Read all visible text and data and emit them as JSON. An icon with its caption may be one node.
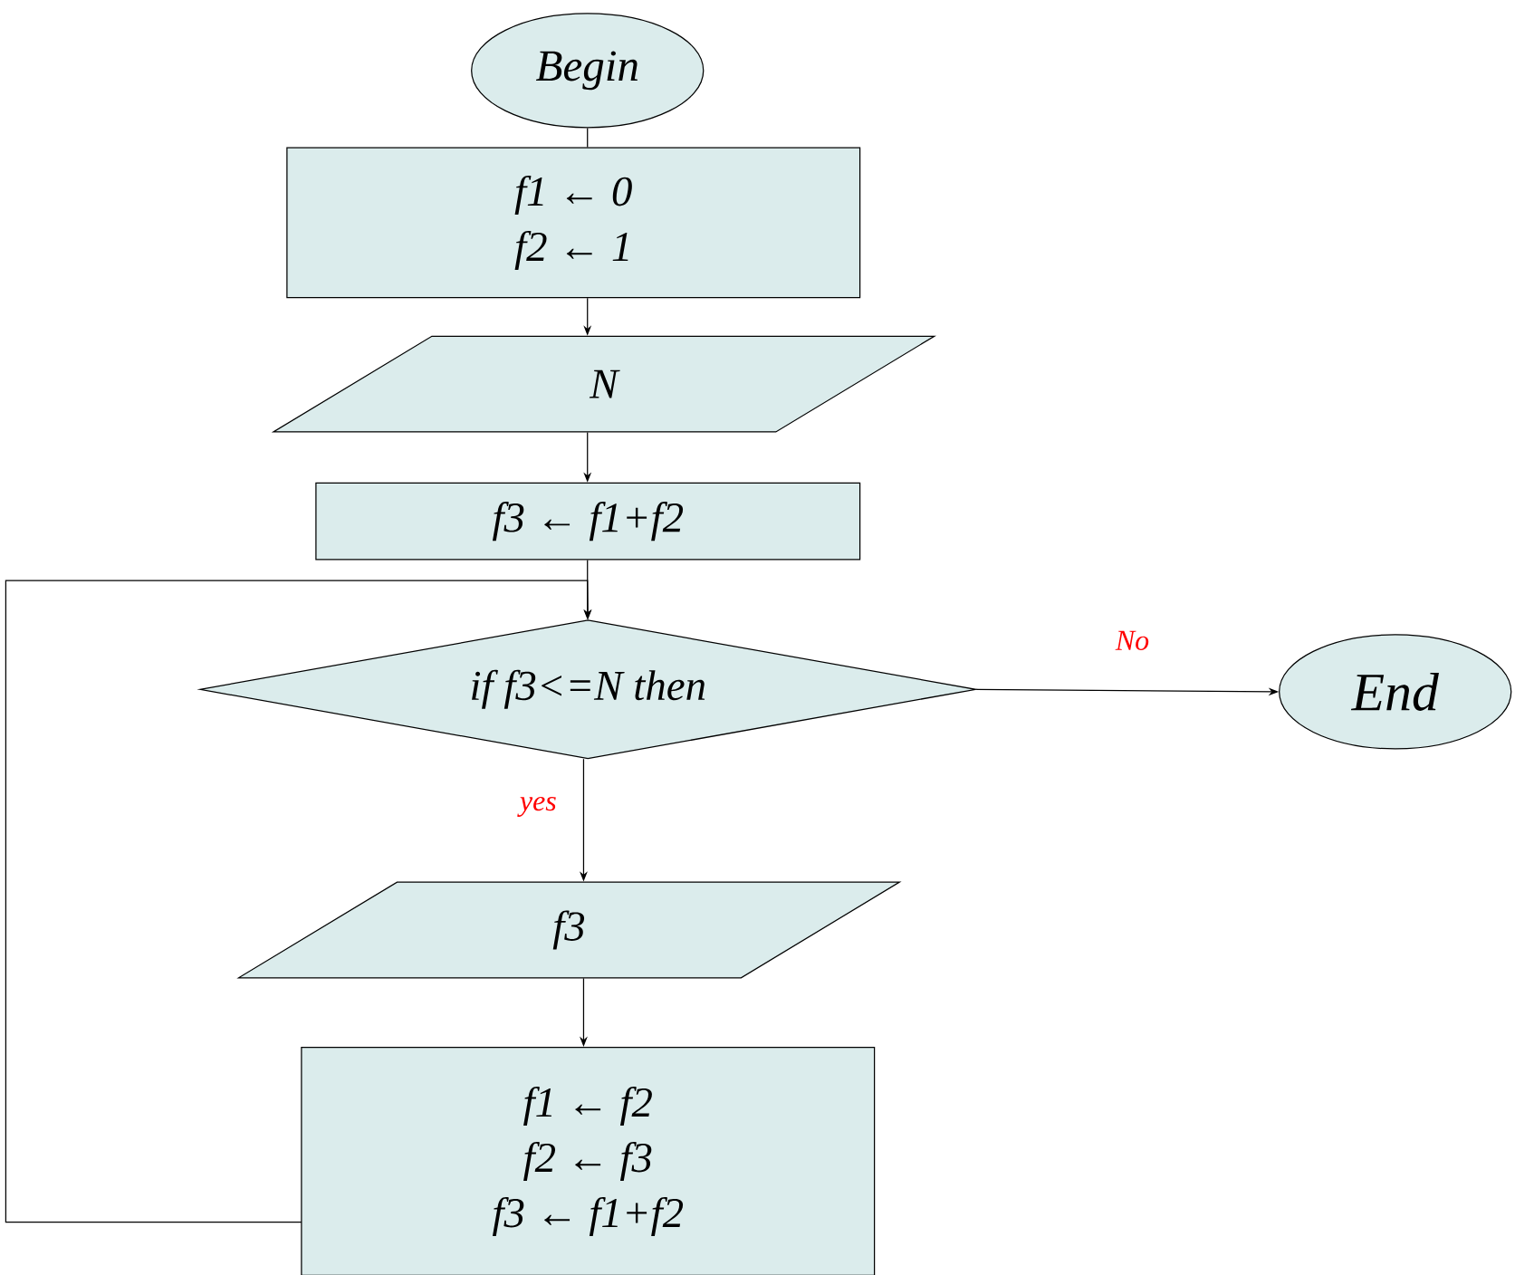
{
  "diagram": {
    "nodes": [
      {
        "text": [
          "Begin"
        ]
      },
      {
        "text": [
          "f1 ← 0",
          "f2 ← 1"
        ]
      },
      {
        "text": [
          "N"
        ]
      },
      {
        "text": [
          "f3 ← f1+f2"
        ]
      },
      {
        "text": [
          "if f3<=N then"
        ]
      },
      {
        "text": [
          "End"
        ]
      },
      {
        "text": [
          "f3"
        ]
      },
      {
        "text": [
          "f1 ← f2",
          "f2 ← f3",
          "f3 ← f1+f2"
        ]
      }
    ],
    "edges": [
      {
        "from": 0,
        "to": 1,
        "arrow": "none"
      },
      {
        "from": 1,
        "to": 2,
        "arrow": "to"
      },
      {
        "from": 2,
        "to": 3,
        "arrow": "to"
      },
      {
        "from": 3,
        "to": 4,
        "arrow": "to"
      },
      {
        "from": 4,
        "to": 5,
        "arrow": "to",
        "label": "No"
      },
      {
        "from": 4,
        "to": 6,
        "arrow": "to",
        "label": "yes"
      },
      {
        "from": 6,
        "to": 7,
        "arrow": "to"
      },
      {
        "from": 7,
        "to": 4,
        "arrow": "to"
      }
    ]
  }
}
